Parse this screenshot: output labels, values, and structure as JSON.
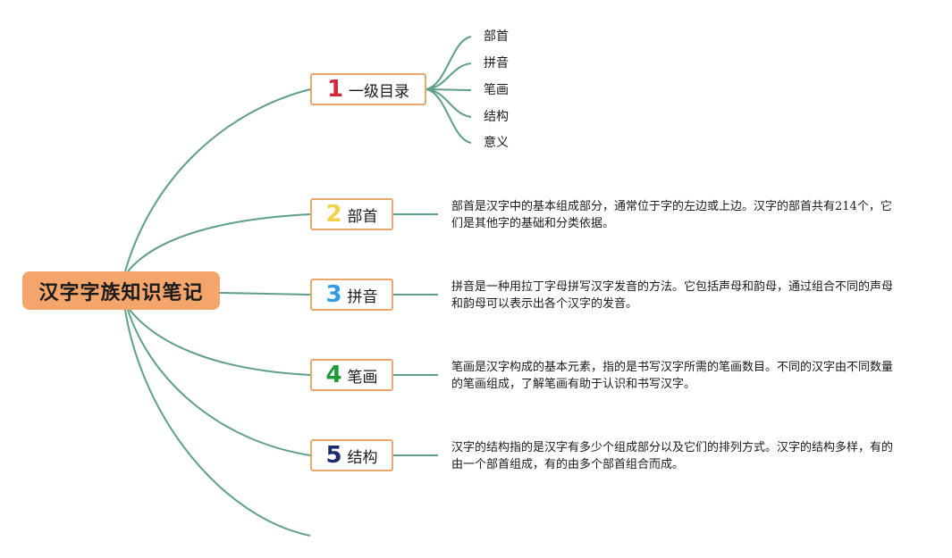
{
  "root": {
    "label": "汉字字族知识笔记"
  },
  "branches": [
    {
      "num": "1",
      "num_color": "#d6273a",
      "label": "一级目录",
      "children": [
        "部首",
        "拼音",
        "笔画",
        "结构",
        "意义"
      ]
    },
    {
      "num": "2",
      "num_color": "#f2d04a",
      "label": "部首",
      "description": "部首是汉字中的基本组成部分，通常位于字的左边或上边。汉字的部首共有214个，它们是其他字的基础和分类依据。"
    },
    {
      "num": "3",
      "num_color": "#2f9be0",
      "label": "拼音",
      "description": "拼音是一种用拉丁字母拼写汉字发音的方法。它包括声母和韵母，通过组合不同的声母和韵母可以表示出各个汉字的发音。"
    },
    {
      "num": "4",
      "num_color": "#1f9a3a",
      "label": "笔画",
      "description": "笔画是汉字构成的基本元素，指的是书写汉字所需的笔画数目。不同的汉字由不同数量的笔画组成，了解笔画有助于认识和书写汉字。"
    },
    {
      "num": "5",
      "num_color": "#1e2a6e",
      "label": "结构",
      "description": "汉字的结构指的是汉字有多少个组成部分以及它们的排列方式。汉字的结构多样，有的由一个部首组成，有的由多个部首组合而成。"
    }
  ],
  "colors": {
    "connector": "#5f9e88",
    "root_fill": "#f4a56b",
    "node_border": "#eaa66f"
  }
}
